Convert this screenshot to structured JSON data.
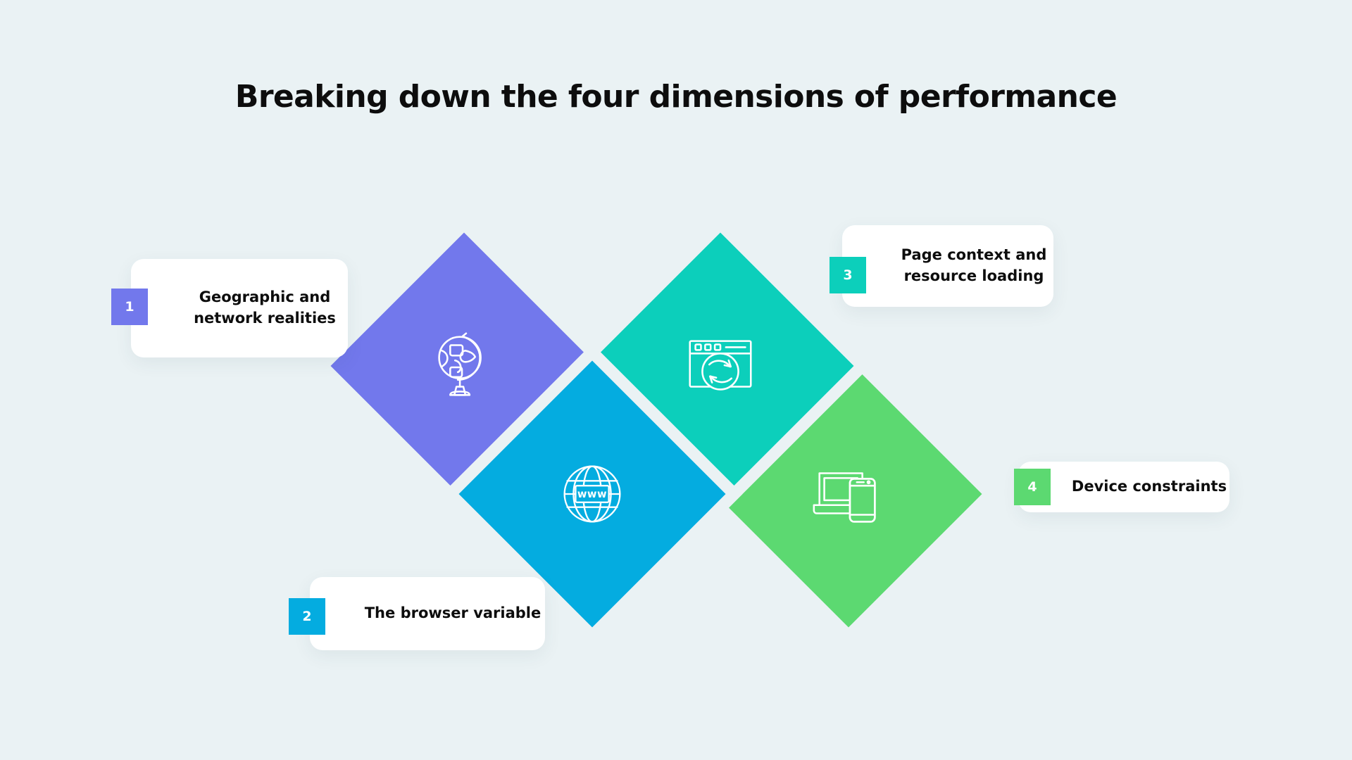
{
  "page": {
    "title": "Breaking down the four dimensions of performance",
    "background_color": "#eaf2f4",
    "text_color": "#0d0d0d"
  },
  "diamonds": [
    {
      "id": "diamond-1",
      "color": "#7278ec",
      "icon": "desk-globe-icon",
      "linked_label": "Geographic and network realities"
    },
    {
      "id": "diamond-2",
      "color": "#04ace0",
      "icon": "www-globe-icon",
      "icon_text": "www",
      "linked_label": "The browser variable"
    },
    {
      "id": "diamond-3",
      "color": "#0ccfbb",
      "icon": "browser-refresh-icon",
      "linked_label": "Page context and resource loading"
    },
    {
      "id": "diamond-4",
      "color": "#5cd971",
      "icon": "laptop-phone-icon",
      "linked_label": "Device constraints"
    }
  ],
  "cards": [
    {
      "number": "1",
      "badge_color": "#7278ec",
      "label": "Geographic and\nnetwork realities"
    },
    {
      "number": "2",
      "badge_color": "#04ace0",
      "label": "The browser variable"
    },
    {
      "number": "3",
      "badge_color": "#0ccfbb",
      "label": "Page context and\nresource loading"
    },
    {
      "number": "4",
      "badge_color": "#5cd971",
      "label": "Device constraints"
    }
  ]
}
